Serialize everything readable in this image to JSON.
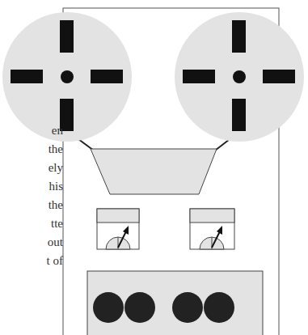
{
  "diagram": {
    "labels": [
      "en",
      "the",
      "ely",
      "his",
      "the",
      "tte",
      "out",
      "t of"
    ]
  }
}
